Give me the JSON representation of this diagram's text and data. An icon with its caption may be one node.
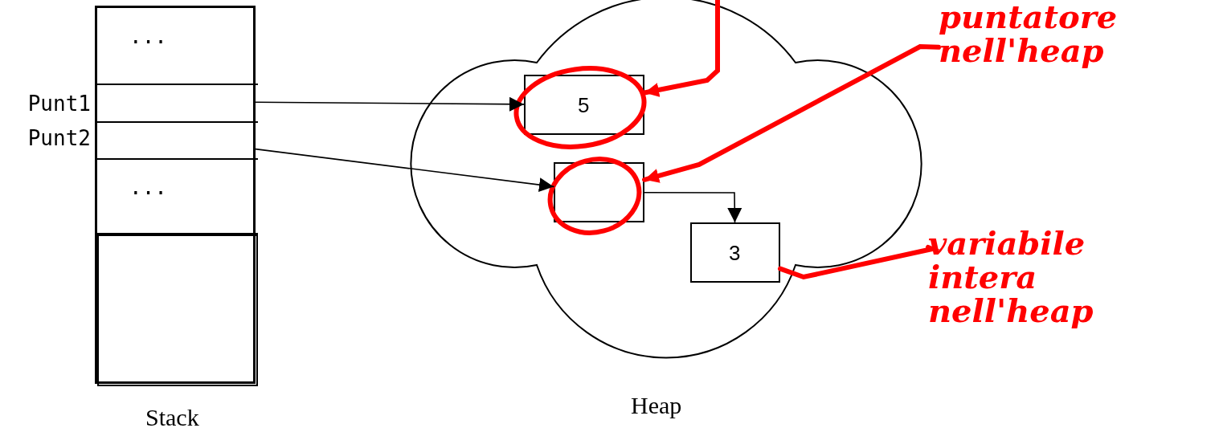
{
  "diagram": {
    "nodes": [
      {
        "text": [
          "Stack"
        ]
      },
      {
        "text": [
          "..."
        ],
        "in": 0
      },
      {
        "text": [
          "Punt1"
        ],
        "in": 0
      },
      {
        "text": [
          "Punt2"
        ],
        "in": 0
      },
      {
        "text": [
          "..."
        ],
        "in": 0
      },
      {
        "text": [],
        "shape": "box",
        "in": 0
      },
      {
        "text": [
          "Heap"
        ]
      },
      {
        "text": [
          "5"
        ],
        "in": 6
      },
      {
        "text": [],
        "shape": "box",
        "in": 6
      },
      {
        "text": [
          "3"
        ],
        "in": 6
      },
      {
        "text": [
          "puntatore nell'heap"
        ]
      },
      {
        "text": [
          "variabile intera nell'heap"
        ]
      }
    ],
    "edges": [
      {
        "from": 2,
        "to": 7,
        "arrow": "to"
      },
      {
        "from": 3,
        "to": 8,
        "arrow": "to"
      },
      {
        "from": 8,
        "to": 9,
        "arrow": "to"
      },
      {
        "from": null,
        "to": 7,
        "arrow": "to",
        "color": "#ff0000",
        "style": "thick"
      },
      {
        "from": 10,
        "to": 8,
        "arrow": "to",
        "color": "#ff0000",
        "style": "thick"
      },
      {
        "from": 11,
        "to": 9,
        "arrow": "none",
        "color": "#ff0000",
        "style": "thick"
      }
    ]
  }
}
